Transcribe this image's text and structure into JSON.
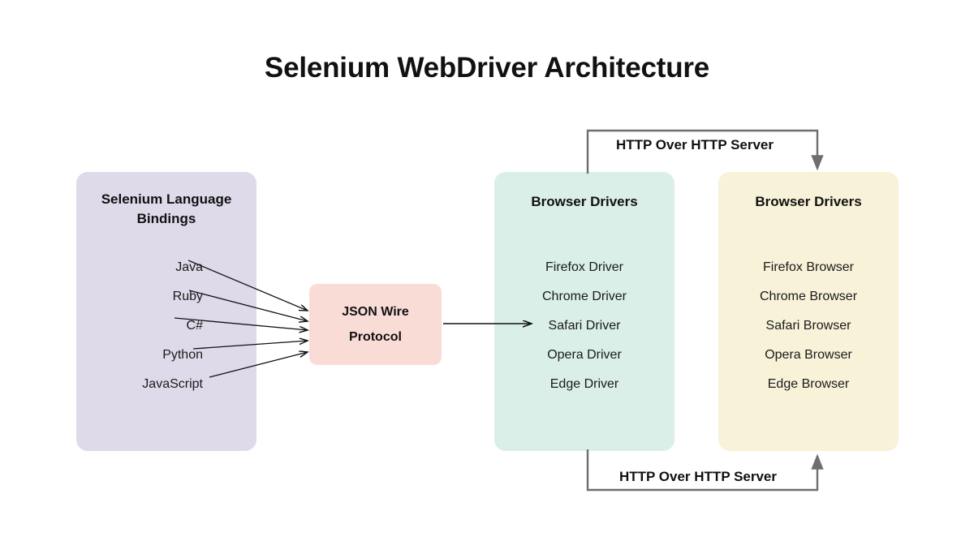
{
  "title": "Selenium WebDriver Architecture",
  "panels": {
    "bindings": {
      "title_line1": "Selenium Language",
      "title_line2": "Bindings",
      "items": [
        "Java",
        "Ruby",
        "C#",
        "Python",
        "JavaScript"
      ]
    },
    "drivers": {
      "title": "Browser Drivers",
      "items": [
        "Firefox Driver",
        "Chrome Driver",
        "Safari Driver",
        "Opera Driver",
        "Edge Driver"
      ]
    },
    "browsers": {
      "title": "Browser Drivers",
      "items": [
        "Firefox Browser",
        "Chrome Browser",
        "Safari Browser",
        "Opera Browser",
        "Edge Browser"
      ]
    }
  },
  "json_wire": {
    "line1": "JSON Wire",
    "line2": "Protocol"
  },
  "connectors": {
    "top_label": "HTTP Over HTTP Server",
    "bottom_label": "HTTP Over HTTP Server"
  },
  "colors": {
    "bindings_panel": "#dedaea",
    "drivers_panel": "#d9efe7",
    "browsers_panel": "#f7f2d8",
    "json_wire_box": "#fadcd7",
    "arrow_dark": "#111111",
    "connector_gray": "#6e6e6e",
    "background": "#ffffff",
    "text": "#111111"
  }
}
